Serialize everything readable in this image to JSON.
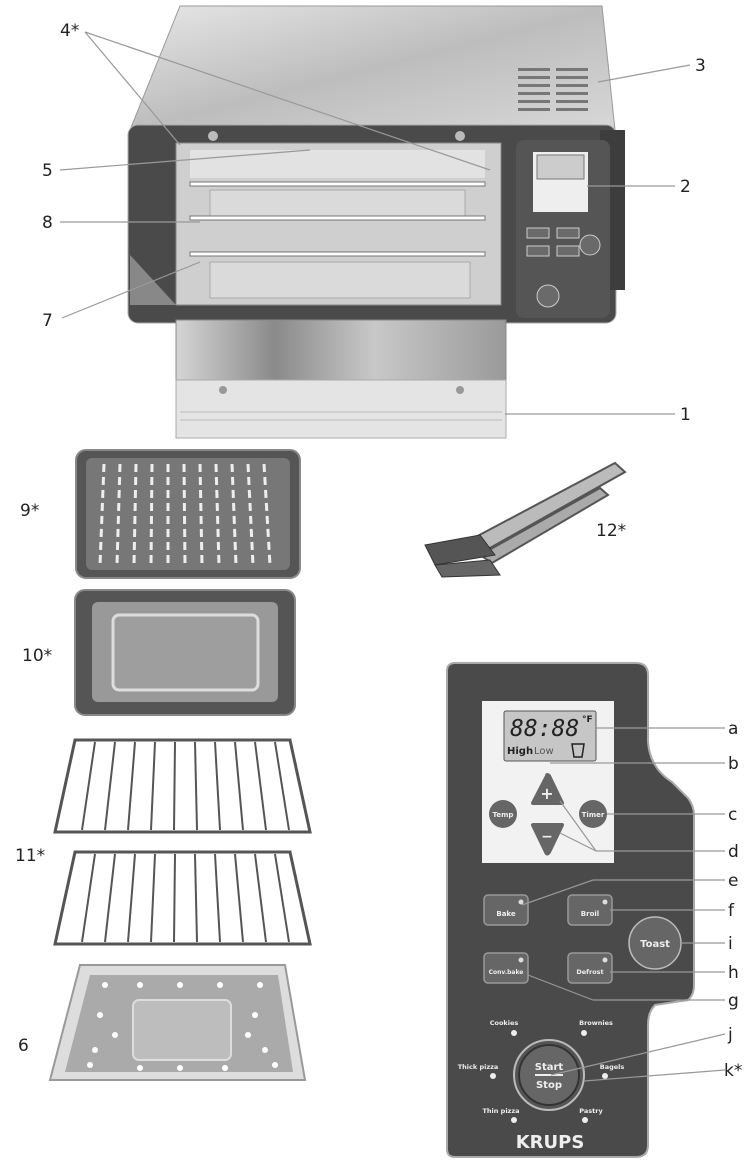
{
  "callouts": {
    "c1": "1",
    "c2": "2",
    "c3": "3",
    "c4": "4*",
    "c5": "5",
    "c6": "6",
    "c7": "7",
    "c8": "8",
    "c9": "9*",
    "c10": "10*",
    "c11": "11*",
    "c12": "12*",
    "a": "a",
    "b": "b",
    "c": "c",
    "d": "d",
    "e": "e",
    "f": "f",
    "g": "g",
    "h": "h",
    "i": "i",
    "j": "j",
    "k": "k*"
  },
  "panel": {
    "display_digits": "88:88",
    "display_unit": "°F",
    "display_high": "High",
    "display_low": "Low",
    "plus": "+",
    "minus": "−",
    "temp": "Temp",
    "timer": "Timer",
    "bake": "Bake",
    "broil": "Broil",
    "toast": "Toast",
    "conv_bake": "Conv.bake",
    "defrost": "Defrost",
    "presets": [
      "Cookies",
      "Brownies",
      "Thick pizza",
      "Bagels",
      "Thin pizza",
      "Pastry"
    ],
    "start": "Start",
    "stop": "Stop",
    "brand": "KRUPS"
  },
  "colors": {
    "panel": "#4a4a4a",
    "button": "#6a6a6a",
    "screen": "#f2f2f2"
  }
}
